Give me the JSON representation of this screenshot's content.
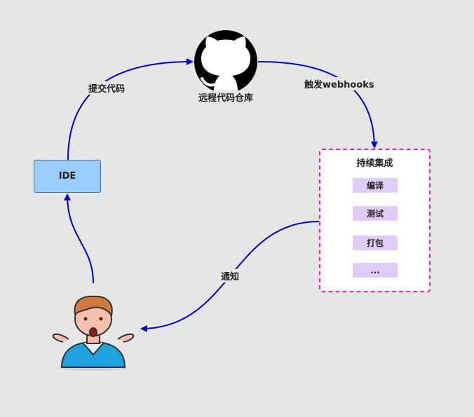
{
  "nodes": {
    "ide": "IDE",
    "remote_repo": "远程代码仓库",
    "ci_title": "持续集成",
    "ci_steps": [
      "编译",
      "测试",
      "打包",
      "..."
    ]
  },
  "edges": {
    "commit": "提交代码",
    "trigger": "触发webhooks",
    "notify": "通知"
  },
  "colors": {
    "background": "#e6e6e6",
    "arrow": "#0000cc",
    "ide_fill": "#99ccff",
    "ci_border": "#e020d6",
    "step_fill": "#e1cdf9"
  },
  "icons": [
    "github-icon",
    "developer-avatar-icon"
  ]
}
